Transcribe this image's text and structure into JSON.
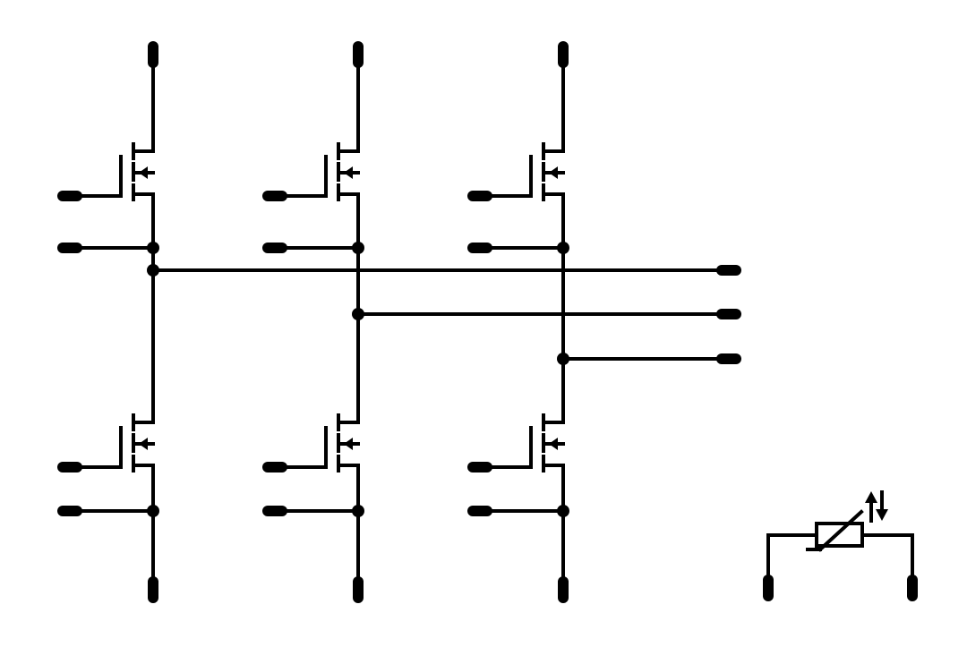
{
  "diagram": {
    "type": "electrical-schematic",
    "ink_color": "#000000",
    "background_color": "#ffffff",
    "components": [
      {
        "kind": "n-channel-mosfet",
        "count": 6
      },
      {
        "kind": "thermistor",
        "count": 1
      }
    ],
    "columns": [
      {
        "name": "column-1",
        "mosfets": [
          "upper",
          "lower"
        ],
        "bus_tap": "bus-1"
      },
      {
        "name": "column-2",
        "mosfets": [
          "upper",
          "lower"
        ],
        "bus_tap": "bus-2"
      },
      {
        "name": "column-3",
        "mosfets": [
          "upper",
          "lower"
        ],
        "bus_tap": "bus-3"
      }
    ],
    "output_bus_lines": 3
  }
}
